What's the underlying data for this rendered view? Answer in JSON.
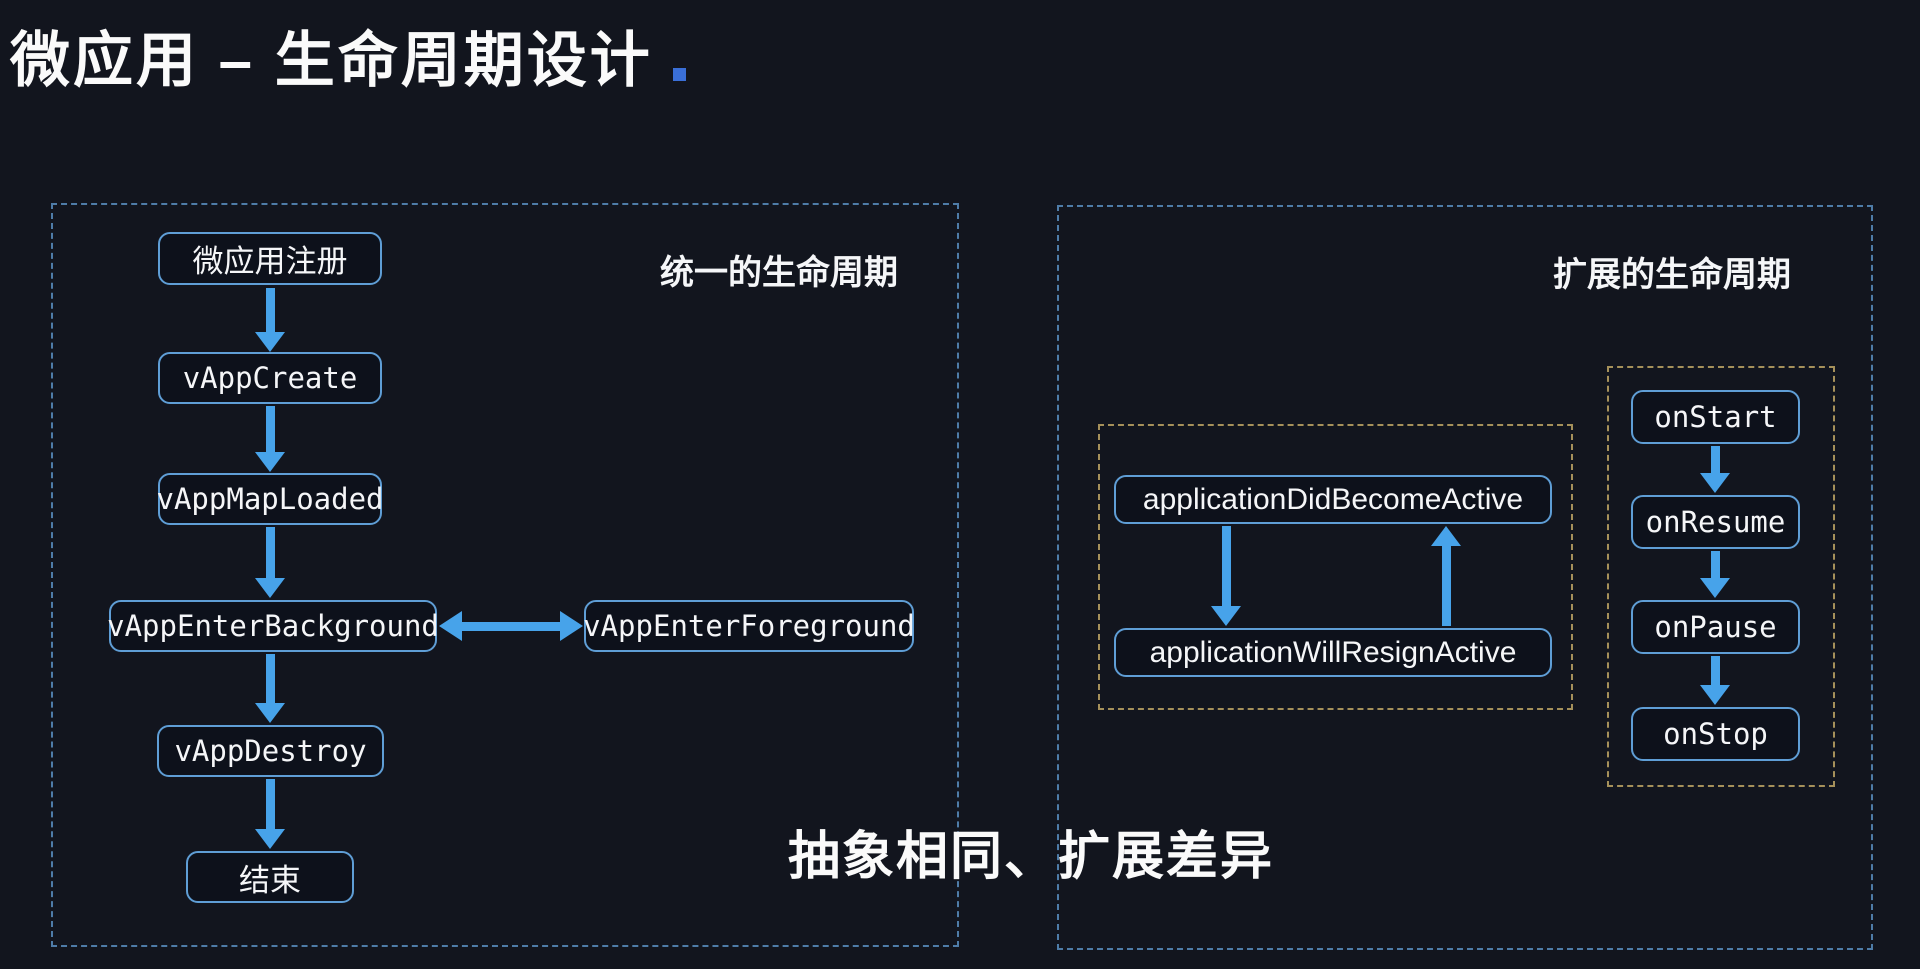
{
  "title": "微应用 – 生命周期设计",
  "left_panel": {
    "label": "统一的生命周期",
    "nodes": {
      "register": "微应用注册",
      "create": "vAppCreate",
      "map_loaded": "vAppMapLoaded",
      "enter_background": "vAppEnterBackground",
      "enter_foreground": "vAppEnterForeground",
      "destroy": "vAppDestroy",
      "end": "结束"
    }
  },
  "right_panel": {
    "label": "扩展的生命周期",
    "app_group": {
      "did_become_active": "applicationDidBecomeActive",
      "will_resign_active": "applicationWillResignActive"
    },
    "on_group": {
      "start": "onStart",
      "resume": "onResume",
      "pause": "onPause",
      "stop": "onStop"
    }
  },
  "caption": "抽象相同、扩展差异",
  "colors": {
    "background": "#12151e",
    "node_border": "#5f9ed6",
    "node_fill": "#0d111b",
    "panel_border": "#4e7ca8",
    "group_border": "#a5905a",
    "arrow": "#47a3ea",
    "accent_dot": "#3a6fd8",
    "text": "#f2f3f5"
  }
}
